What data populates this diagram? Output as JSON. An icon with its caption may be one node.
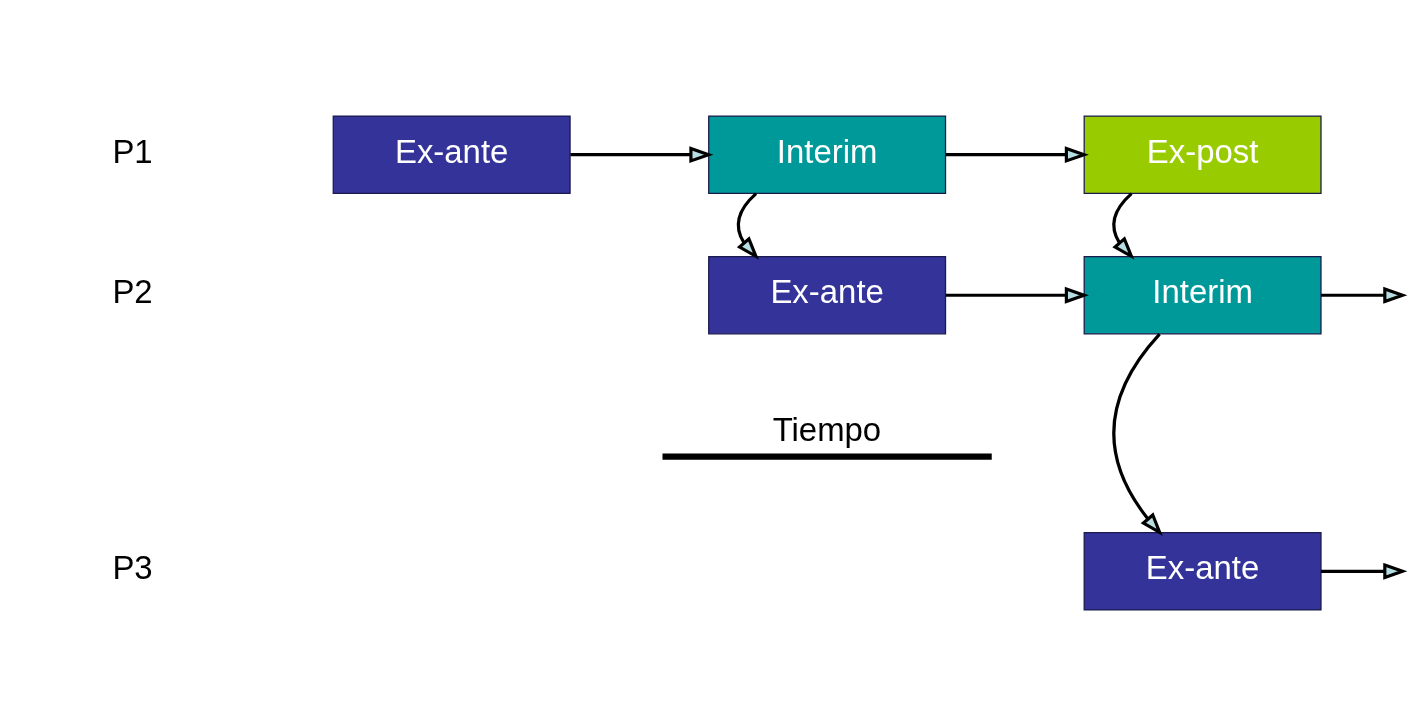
{
  "diagram": {
    "nodes": [
      {
        "text": [
          "Ex-ante"
        ]
      },
      {
        "text": [
          "Interim"
        ]
      },
      {
        "text": [
          "Ex-post"
        ]
      },
      {
        "text": [
          "Ex-ante"
        ]
      },
      {
        "text": [
          "Interim"
        ]
      },
      {
        "text": [
          "Ex-ante"
        ]
      }
    ],
    "edges": [
      {
        "from": 0,
        "to": 1,
        "arrow": "to"
      },
      {
        "from": 1,
        "to": 2,
        "arrow": "to"
      },
      {
        "from": 1,
        "to": 3,
        "arrow": "to"
      },
      {
        "from": 2,
        "to": 4,
        "arrow": "to"
      },
      {
        "from": 3,
        "to": 4,
        "arrow": "to"
      },
      {
        "from": 4,
        "to": 5,
        "arrow": "to"
      },
      {
        "from": 4,
        "to": null,
        "arrow": "to"
      },
      {
        "from": 5,
        "to": null,
        "arrow": "to"
      }
    ],
    "labels": [
      "P1",
      "P2",
      "P3",
      "Tiempo"
    ]
  }
}
